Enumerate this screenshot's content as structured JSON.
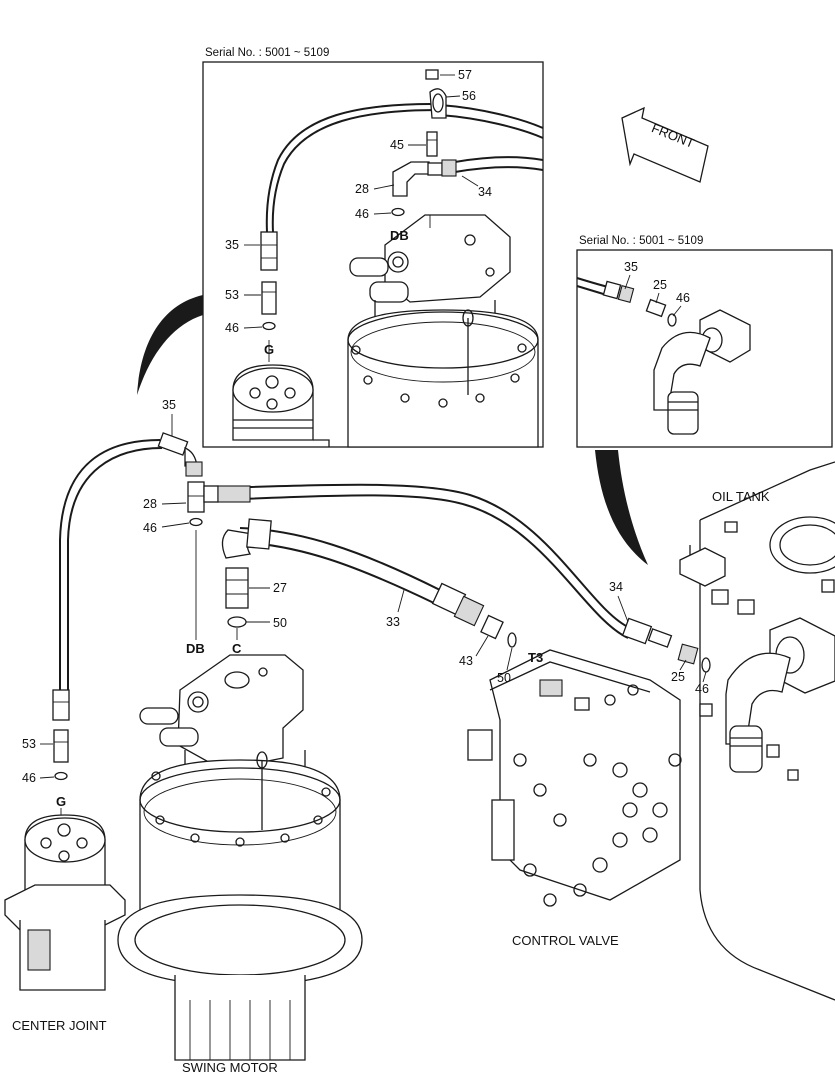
{
  "insets": {
    "swing_motor_inset": {
      "serial": "Serial No. : 5001 ~ 5109"
    },
    "oil_tank_inset": {
      "serial": "Serial No. : 5001 ~ 5109"
    }
  },
  "direction": {
    "front": "FRONT"
  },
  "components": {
    "oil_tank": "OIL TANK",
    "control_valve": "CONTROL VALVE",
    "center_joint": "CENTER JOINT",
    "swing_motor": "SWING MOTOR"
  },
  "ports": {
    "db_main": "DB",
    "c": "C",
    "g_main": "G",
    "t3": "T3",
    "db_inset": "DB",
    "g_inset": "G"
  },
  "part_numbers": {
    "inset1": {
      "p57": "57",
      "p56": "56",
      "p45": "45",
      "p28": "28",
      "p34": "34",
      "p46": "46",
      "p35": "35",
      "p53": "53",
      "p46b": "46"
    },
    "inset2": {
      "p35": "35",
      "p25": "25",
      "p46": "46"
    },
    "main": {
      "p35": "35",
      "p28": "28",
      "p46a": "46",
      "p27": "27",
      "p50a": "50",
      "p34": "34",
      "p33": "33",
      "p43": "43",
      "p50b": "50",
      "p25": "25",
      "p46b": "46",
      "p53": "53",
      "p46c": "46"
    }
  }
}
